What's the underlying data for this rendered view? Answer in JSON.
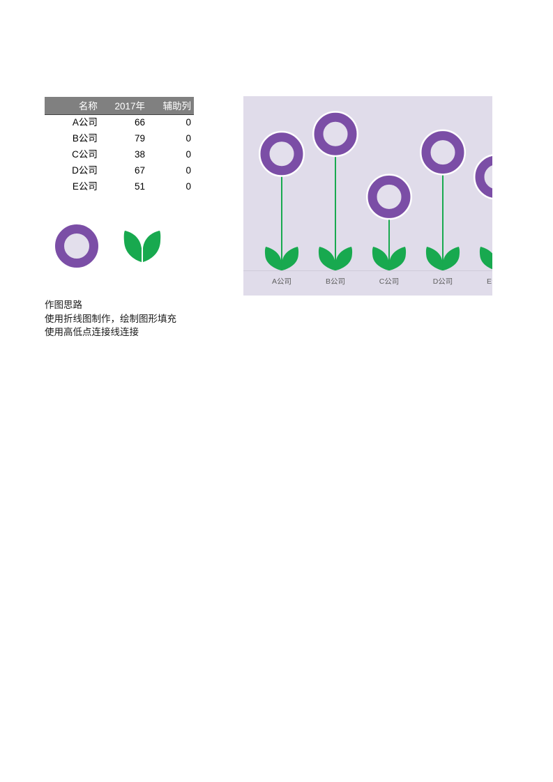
{
  "table": {
    "headers": [
      "名称",
      "2017年",
      "辅助列"
    ],
    "rows": [
      {
        "name": "A公司",
        "year2017": "66",
        "aux": "0"
      },
      {
        "name": "B公司",
        "year2017": "79",
        "aux": "0"
      },
      {
        "name": "C公司",
        "year2017": "38",
        "aux": "0"
      },
      {
        "name": "D公司",
        "year2017": "67",
        "aux": "0"
      },
      {
        "name": "E公司",
        "year2017": "51",
        "aux": "0"
      }
    ],
    "header_bg": "#808080",
    "header_fg": "#ffffff"
  },
  "legend": {
    "ring_label": "purple-donut-marker",
    "leaf_label": "green-sprout-marker",
    "ring_color": "#7b4ea6",
    "ring_fill": "#e3dfec",
    "leaf_color": "#18a94f"
  },
  "notes": {
    "line1": "作图思路",
    "line2": "使用折线图制作，绘制图形填充",
    "line3": "使用高低点连接线连接"
  },
  "chart_data": {
    "type": "scatter",
    "title": "",
    "xlabel": "",
    "ylabel": "",
    "categories": [
      "A公司",
      "B公司",
      "C公司",
      "D公司",
      "E公司"
    ],
    "series": [
      {
        "name": "2017年",
        "values": [
          66,
          79,
          38,
          67,
          51
        ]
      },
      {
        "name": "辅助列",
        "values": [
          0,
          0,
          0,
          0,
          0
        ]
      }
    ],
    "ylim": [
      0,
      90
    ],
    "grid": false,
    "legend_position": "none",
    "plot_bg": "#e0dcea",
    "marker_ring_color": "#7b4ea6",
    "marker_ring_fill": "#e3dfec",
    "marker_outline_color": "#ffffff",
    "stem_color": "#18a94f",
    "leaf_color": "#18a94f",
    "axis_line_color": "#cfcbd9",
    "tick_label_color": "#5d5d5d",
    "clipped_right": true
  }
}
